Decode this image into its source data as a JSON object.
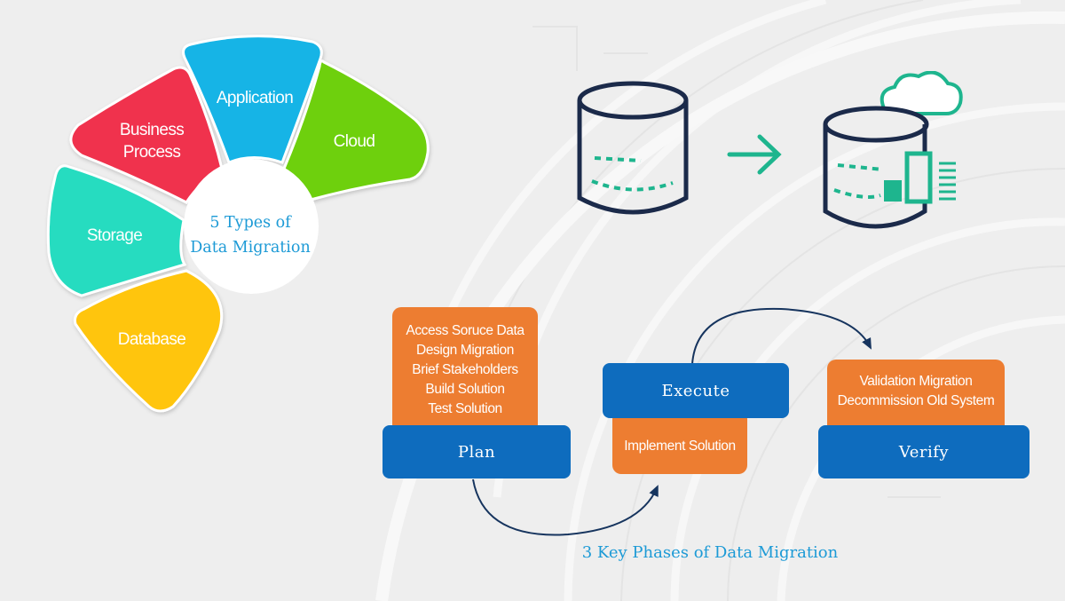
{
  "migration_types": {
    "title_line1": "5 Types of",
    "title_line2": "Data Migration",
    "petals": [
      {
        "label_line1": "Database",
        "label_line2": "",
        "color": "#ffc50f"
      },
      {
        "label_line1": "Storage",
        "label_line2": "",
        "color": "#26dcc0"
      },
      {
        "label_line1": "Business",
        "label_line2": "Process",
        "color": "#f0334d"
      },
      {
        "label_line1": "Application",
        "label_line2": "",
        "color": "#12b4e6"
      },
      {
        "label_line1": "Cloud",
        "label_line2": "",
        "color": "#6ed00c"
      }
    ]
  },
  "illustration": {
    "source_icon": "database-icon",
    "arrow_icon": "arrow-right-icon",
    "target_icon": "cloud-database-icon",
    "outline_color": "#1b2a4a",
    "accent_color": "#1eb58e"
  },
  "phases": {
    "title": "3 Key Phases of Data Migration",
    "plan": {
      "label": "Plan",
      "tasks": [
        "Access Soruce Data",
        "Design Migration",
        "Brief Stakeholders",
        "Build Solution",
        "Test Solution"
      ]
    },
    "execute": {
      "label": "Execute",
      "tasks": [
        "Implement Solution"
      ]
    },
    "verify": {
      "label": "Verify",
      "tasks": [
        "Validation Migration",
        "Decommission Old System"
      ]
    },
    "colors": {
      "phase": "#0e6cbe",
      "task": "#ed7d31",
      "text": "#1c9ad6",
      "arrow": "#16345e"
    }
  }
}
